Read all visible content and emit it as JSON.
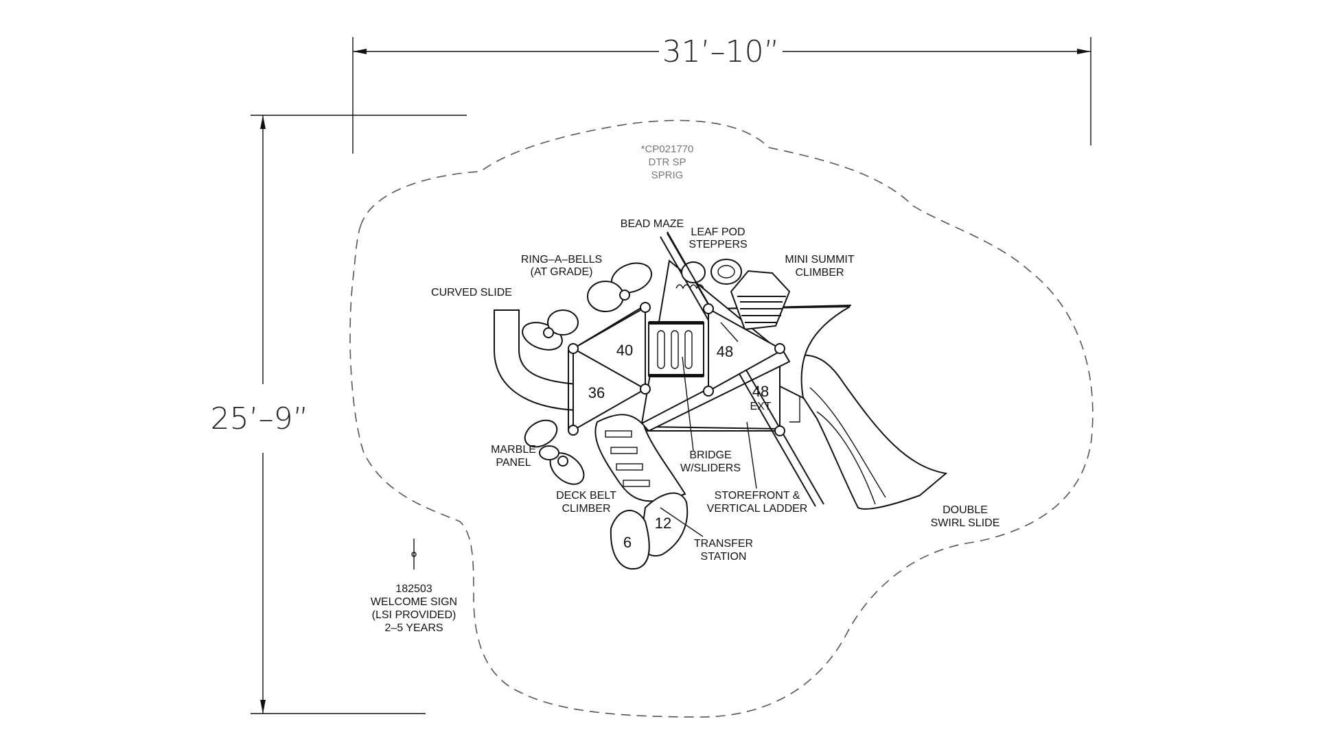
{
  "dimensions": {
    "width": "31’–10”",
    "height": "25’–9”"
  },
  "model": {
    "line1": "*CP021770",
    "line2": "DTR SP",
    "line3": "SPRIG"
  },
  "decks": {
    "d40": "40",
    "d36": "36",
    "d48": "48",
    "d48ext": "48",
    "d48ext_sub": "EXT",
    "d12": "12",
    "d6": "6"
  },
  "labels": {
    "bead_maze": "BEAD MAZE",
    "leaf_pod_1": "LEAF POD",
    "leaf_pod_2": "STEPPERS",
    "ring_bells_1": "RING–A–BELLS",
    "ring_bells_2": "(AT GRADE)",
    "mini_summit_1": "MINI SUMMIT",
    "mini_summit_2": "CLIMBER",
    "curved_slide": "CURVED SLIDE",
    "marble_1": "MARBLE",
    "marble_2": "PANEL",
    "bridge_1": "BRIDGE",
    "bridge_2": "W/SLIDERS",
    "deck_belt_1": "DECK BELT",
    "deck_belt_2": "CLIMBER",
    "storefront_1": "STOREFRONT &",
    "storefront_2": "VERTICAL LADDER",
    "transfer_1": "TRANSFER",
    "transfer_2": "STATION",
    "double_swirl_1": "DOUBLE",
    "double_swirl_2": "SWIRL SLIDE"
  },
  "sign": {
    "line1": "182503",
    "line2": "WELCOME SIGN",
    "line3": "(LSI PROVIDED)",
    "line4": "2–5 YEARS"
  }
}
